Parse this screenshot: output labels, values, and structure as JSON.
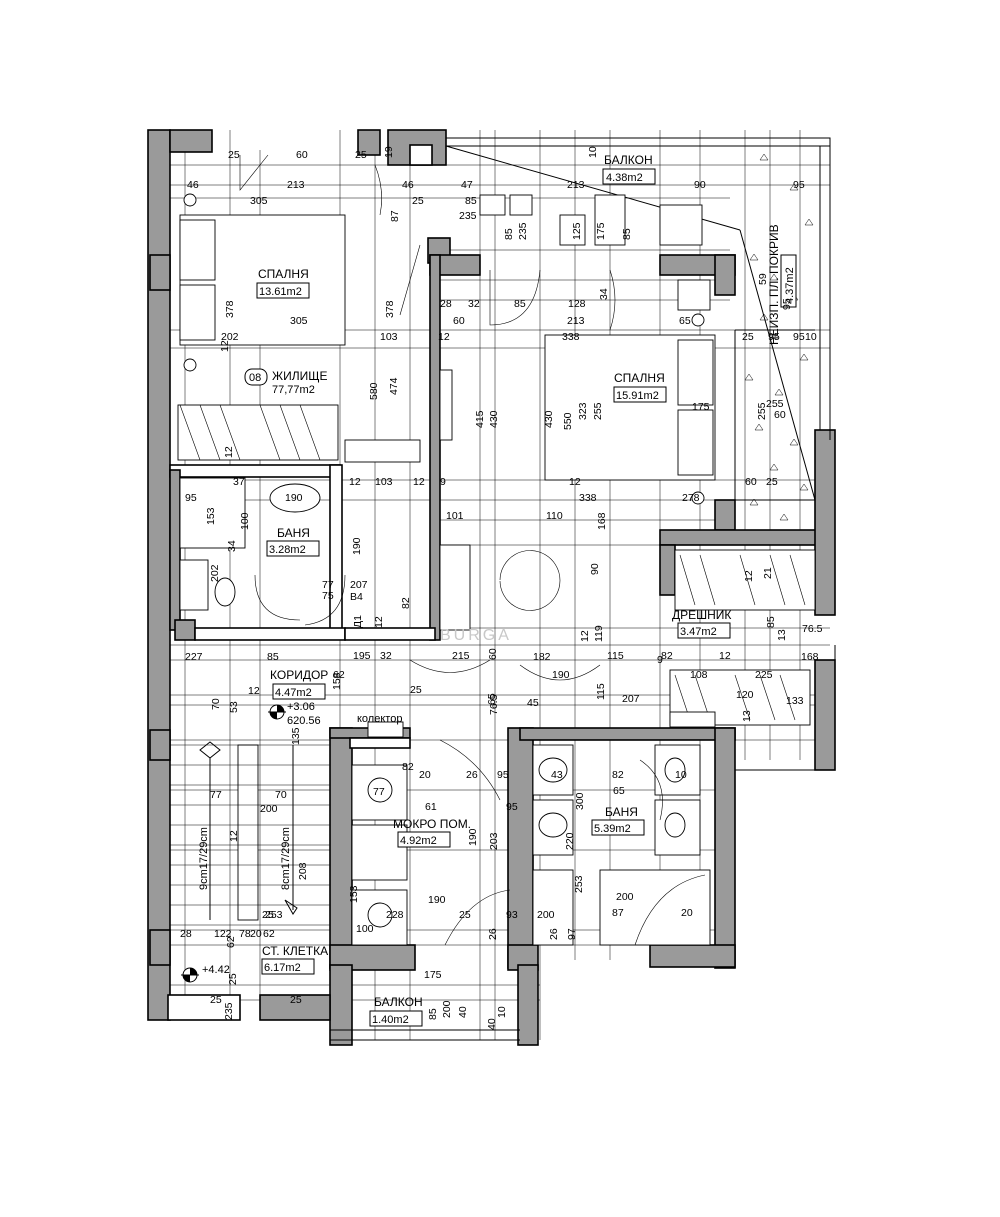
{
  "apartment": {
    "number": "08",
    "label": "ЖИЛИЩЕ",
    "area": "77,77m2"
  },
  "rooms": [
    {
      "name": "БАЛКОН",
      "area": "4.38m2"
    },
    {
      "name": "НЕИЗП. ПЛ. ПОКРИВ",
      "area": "4.37m2"
    },
    {
      "name": "СПАЛНЯ",
      "area": "13.61m2"
    },
    {
      "name": "СПАЛНЯ",
      "area": "15.91m2"
    },
    {
      "name": "БАНЯ",
      "area": "3.28m2"
    },
    {
      "name": "ДРЕШНИК",
      "area": "3.47m2"
    },
    {
      "name": "КОРИДОР",
      "area": "4.47m2"
    },
    {
      "name": "МОКРО ПОМ.",
      "area": "4.92m2"
    },
    {
      "name": "БАНЯ",
      "area": "5.39m2"
    },
    {
      "name": "СТ. КЛЕТКА",
      "area": "6.17m2"
    },
    {
      "name": "БАЛКОН",
      "area": "1.40m2"
    }
  ],
  "labels": {
    "collector": "колектор",
    "level_1": "+3.06",
    "level_1_abs": "620.56",
    "level_2": "+4.42",
    "stair_1": "9cm17/29cm",
    "stair_2": "8cm17/29cm",
    "watermark": "BURGA"
  },
  "dims": [
    "25",
    "60",
    "25",
    "19",
    "46",
    "213",
    "46",
    "47",
    "213",
    "90",
    "95",
    "10",
    "305",
    "25",
    "85",
    "235",
    "85",
    "235",
    "125",
    "175",
    "85",
    "87",
    "378",
    "378",
    "28",
    "32",
    "85",
    "128",
    "34",
    "95",
    "60",
    "213",
    "65",
    "59",
    "95",
    "10",
    "305",
    "202",
    "103",
    "12",
    "338",
    "12",
    "580",
    "474",
    "415",
    "430",
    "430",
    "550",
    "323",
    "255",
    "175",
    "255",
    "60",
    "255",
    "25",
    "95",
    "12",
    "12",
    "103",
    "12",
    "9",
    "12",
    "338",
    "278",
    "60",
    "25",
    "95",
    "37",
    "190",
    "153",
    "100",
    "101",
    "110",
    "168",
    "34",
    "190",
    "202",
    "90",
    "77",
    "75",
    "207",
    "B4",
    "Д1",
    "12",
    "82",
    "9",
    "21",
    "12",
    "85",
    "76.5",
    "195",
    "215",
    "60",
    "12",
    "119",
    "13",
    "227",
    "85",
    "62",
    "32",
    "182",
    "115",
    "82",
    "12",
    "168",
    "12",
    "158",
    "25",
    "190",
    "108",
    "225",
    "70",
    "53",
    "115",
    "120",
    "133",
    "65",
    "45",
    "76.5",
    "82",
    "207",
    "13",
    "135",
    "77",
    "20",
    "26",
    "95",
    "43",
    "82",
    "10",
    "70",
    "77",
    "61",
    "95",
    "65",
    "200",
    "12",
    "208",
    "190",
    "203",
    "300",
    "220",
    "253",
    "153",
    "253",
    "200",
    "25",
    "100",
    "228",
    "190",
    "25",
    "93",
    "200",
    "87",
    "20",
    "28",
    "122",
    "78",
    "20",
    "62",
    "62",
    "26",
    "97",
    "26",
    "25",
    "175",
    "25",
    "25",
    "200",
    "40",
    "40",
    "85",
    "10",
    "235",
    "2.5",
    "10",
    "25"
  ]
}
